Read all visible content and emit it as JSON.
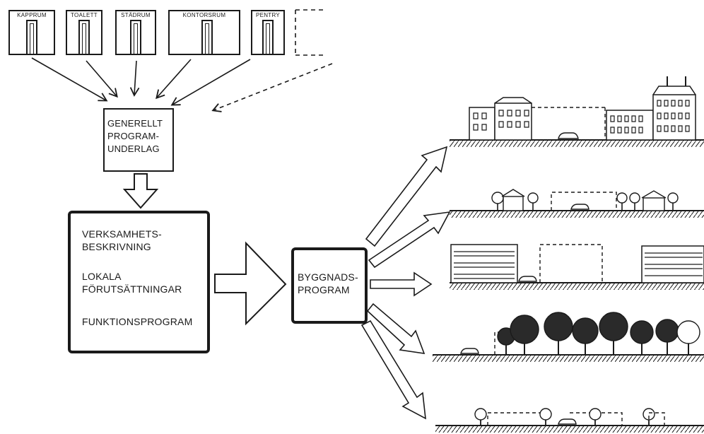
{
  "rooms": [
    {
      "label": "KAPPRUM"
    },
    {
      "label": "TOALETT"
    },
    {
      "label": "STÄDRUM"
    },
    {
      "label": "KONTORSRUM"
    },
    {
      "label": "PENTRY"
    }
  ],
  "general_box": {
    "line1": "GENERELLT",
    "line2": "PROGRAM-",
    "line3": "UNDERLAG"
  },
  "main_box": {
    "item1_line1": "VERKSAMHETS-",
    "item1_line2": "BESKRIVNING",
    "item2_line1": "LOKALA",
    "item2_line2": "FÖRUTSÄTTNINGAR",
    "item3": "FUNKTIONSPROGRAM"
  },
  "building_box": {
    "line1": "BYGGNADS-",
    "line2": "PROGRAM"
  },
  "scenes": [
    {
      "name": "urban-block-scene"
    },
    {
      "name": "villa-scene"
    },
    {
      "name": "office-slab-scene"
    },
    {
      "name": "tree-scene"
    },
    {
      "name": "park-scene"
    }
  ]
}
